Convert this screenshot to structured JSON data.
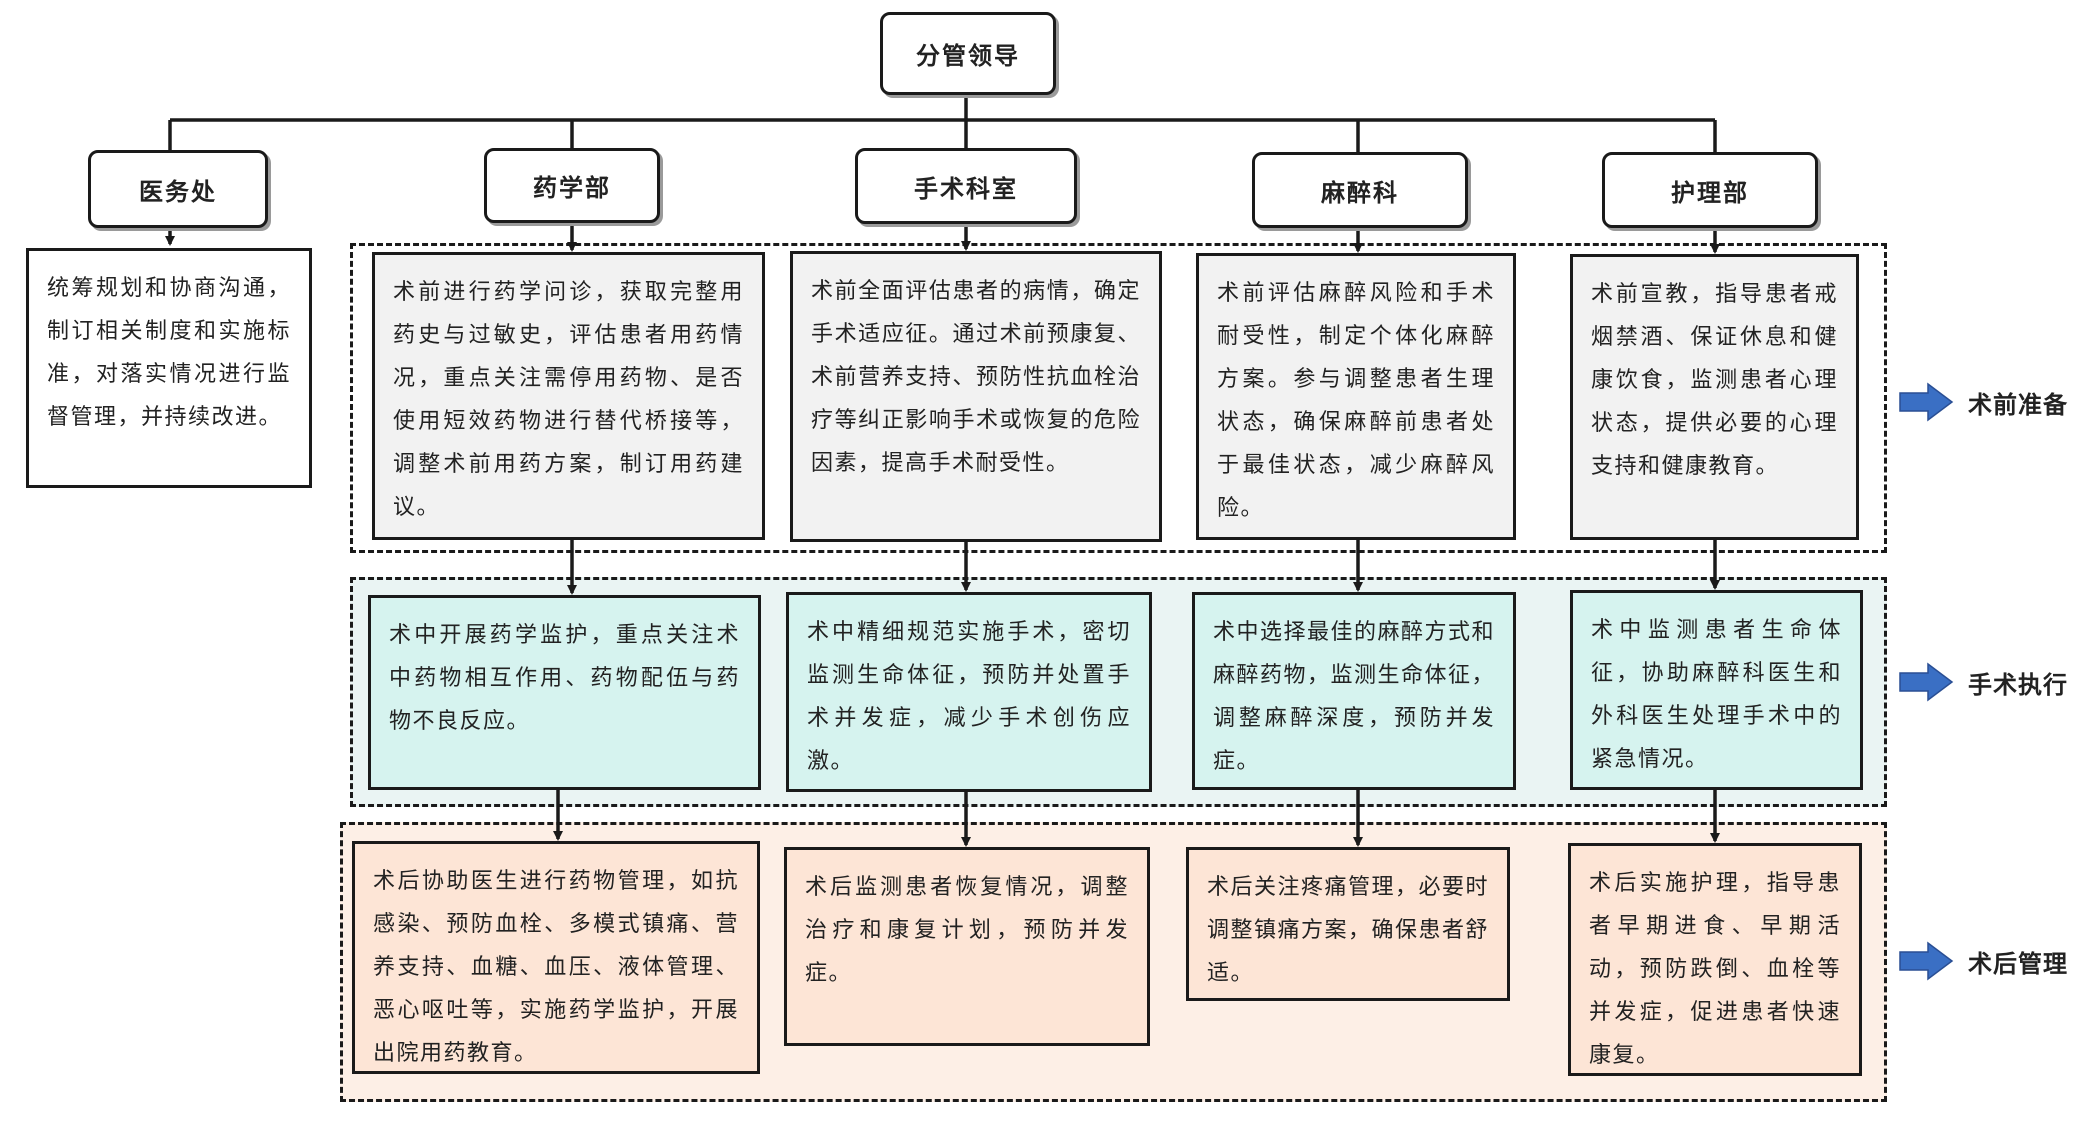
{
  "leader": {
    "label": "分管领导"
  },
  "departments": {
    "medical_affairs": {
      "label": "医务处",
      "desc": "统筹规划和协商沟通，制订相关制度和实施标准，对落实情况进行监督管理，并持续改进。"
    },
    "pharmacy": {
      "label": "药学部",
      "pre": "术前进行药学问诊，获取完整用药史与过敏史，评估患者用药情况，重点关注需停用药物、是否使用短效药物进行替代桥接等，调整术前用药方案，制订用药建议。",
      "intra": "术中开展药学监护，重点关注术中药物相互作用、药物配伍与药物不良反应。",
      "post": "术后协助医生进行药物管理，如抗感染、预防血栓、多模式镇痛、营养支持、血糖、血压、液体管理、恶心呕吐等，实施药学监护，开展出院用药教育。"
    },
    "surgery": {
      "label": "手术科室",
      "pre": "术前全面评估患者的病情，确定手术适应征。通过术前预康复、术前营养支持、预防性抗血栓治疗等纠正影响手术或恢复的危险因素，提高手术耐受性。",
      "intra": "术中精细规范实施手术，密切监测生命体征，预防并处置手术并发症，减少手术创伤应激。",
      "post": "术后监测患者恢复情况，调整治疗和康复计划，预防并发症。"
    },
    "anesthesia": {
      "label": "麻醉科",
      "pre": "术前评估麻醉风险和手术耐受性，制定个体化麻醉方案。参与调整患者生理状态，确保麻醉前患者处于最佳状态，减少麻醉风险。",
      "intra": "术中选择最佳的麻醉方式和麻醉药物，监测生命体征，调整麻醉深度，预防并发症。",
      "post": "术后关注疼痛管理，必要时调整镇痛方案，确保患者舒适。"
    },
    "nursing": {
      "label": "护理部",
      "pre": "术前宣教，指导患者戒烟禁酒、保证休息和健康饮食，监测患者心理状态，提供必要的心理支持和健康教育。",
      "intra": "术中监测患者生命体征，协助麻醉科医生和外科医生处理手术中的紧急情况。",
      "post": "术后实施护理，指导患者早期进食、早期活动，预防跌倒、血栓等并发症，促进患者快速康复。"
    }
  },
  "phases": {
    "pre": "术前准备",
    "intra": "手术执行",
    "post": "术后管理"
  },
  "colors": {
    "line": "#1a1a1a",
    "pre_fill": "#f2f2f2",
    "intra_fill": "#d6f3ef",
    "intra_band": "#eaf4f3",
    "post_fill": "#fde5d6",
    "post_band": "#fdefe6",
    "phase_arrow": "#3a6fc4"
  }
}
